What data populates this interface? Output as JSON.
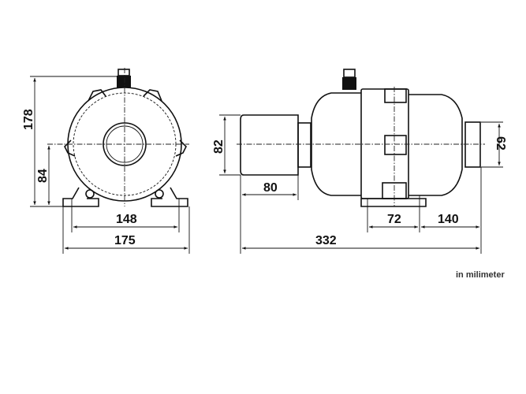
{
  "front_view": {
    "height_total": "178",
    "axis_height": "84",
    "foot_spacing": "148",
    "width_total": "175"
  },
  "side_view": {
    "motor_diameter": "82",
    "motor_length": "80",
    "foot_spacing": "72",
    "outlet_offset": "140",
    "length_total": "332",
    "outlet_diameter": "62"
  },
  "note": "in milimeter"
}
